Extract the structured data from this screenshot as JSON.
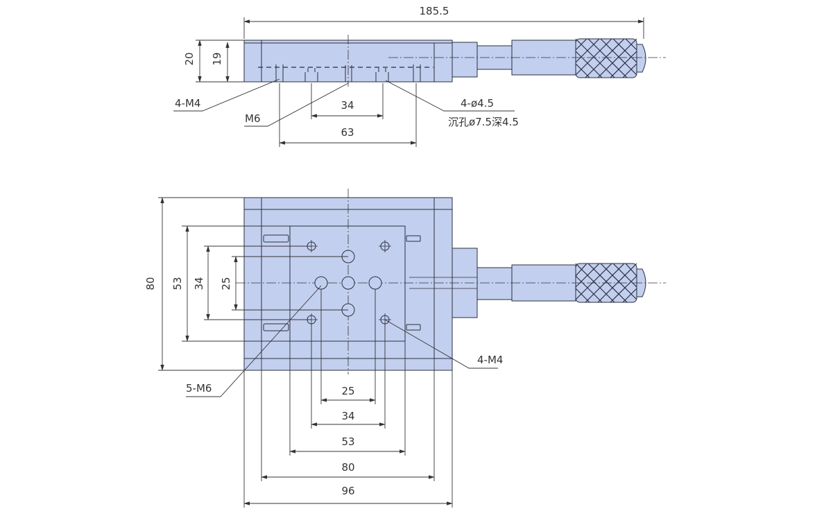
{
  "dimensions": {
    "overall_length": "185.5",
    "height_20": "20",
    "height_19": "19",
    "top_34": "34",
    "top_63": "63",
    "side_80": "80",
    "side_53": "53",
    "side_34": "34",
    "side_25": "25",
    "bottom_25": "25",
    "bottom_34": "34",
    "bottom_53": "53",
    "bottom_80": "80",
    "bottom_96": "96"
  },
  "callouts": {
    "m4_top": "4-M4",
    "m6_top": "M6",
    "hole_spec": "4-ø4.5",
    "counterbore_spec": "沉孔ø7.5深4.5",
    "m6_plan": "5-M6",
    "m4_plan": "4-M4"
  },
  "colors": {
    "part_fill": "#c3cfee",
    "line": "#2a2f3f"
  }
}
